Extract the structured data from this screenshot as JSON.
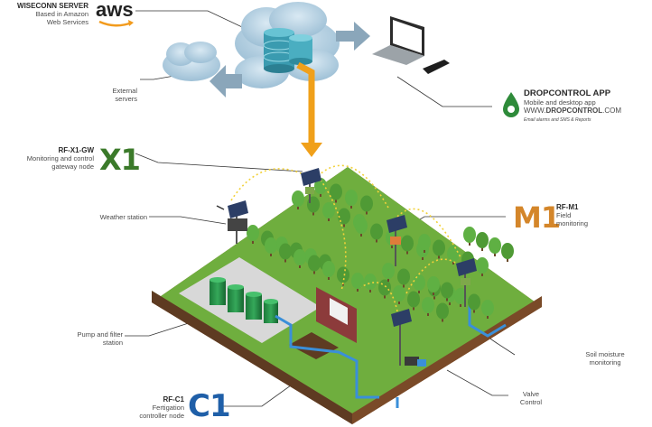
{
  "server": {
    "title": "WISECONN SERVER",
    "line1": "Based in Amazon",
    "line2": "Web Services",
    "aws_logo": "aws"
  },
  "external": {
    "line1": "External",
    "line2": "servers"
  },
  "app": {
    "title": "DROPCONTROL APP",
    "line1": "Mobile and desktop app",
    "url_prefix": "WWW.",
    "url_bold": "DROPCONTROL",
    "url_suffix": ".COM",
    "note": "Email alarms and SMS & Reports"
  },
  "gateway": {
    "code": "RF-X1-GW",
    "line1": "Monitoring and control",
    "line2": "gateway node",
    "badge": "X1",
    "badge_color": "#3b7a2a"
  },
  "weather": {
    "label": "Weather station"
  },
  "field": {
    "code": "RF-M1",
    "line1": "Field",
    "line2": "monitoring",
    "badge": "M1",
    "badge_color": "#d4862a"
  },
  "pump": {
    "line1": "Pump and filter",
    "line2": "station"
  },
  "soil": {
    "line1": "Soil moisture",
    "line2": "monitoring"
  },
  "valve": {
    "line1": "Valve",
    "line2": "Control"
  },
  "fertigation": {
    "code": "RF-C1",
    "line1": "Fertigation",
    "line2": "controller node",
    "badge": "C1",
    "badge_color": "#1f5fa8"
  },
  "colors": {
    "grass": "#6fae3e",
    "grass_dark": "#5a9430",
    "soil": "#8b5a34",
    "soil_dark": "#5e3b22",
    "pipe": "#3a8fd9",
    "signal": "#f2d13a",
    "uplink": "#f0a01a",
    "cloud": "#aac9dd",
    "arrow": "#7f9bb0"
  }
}
